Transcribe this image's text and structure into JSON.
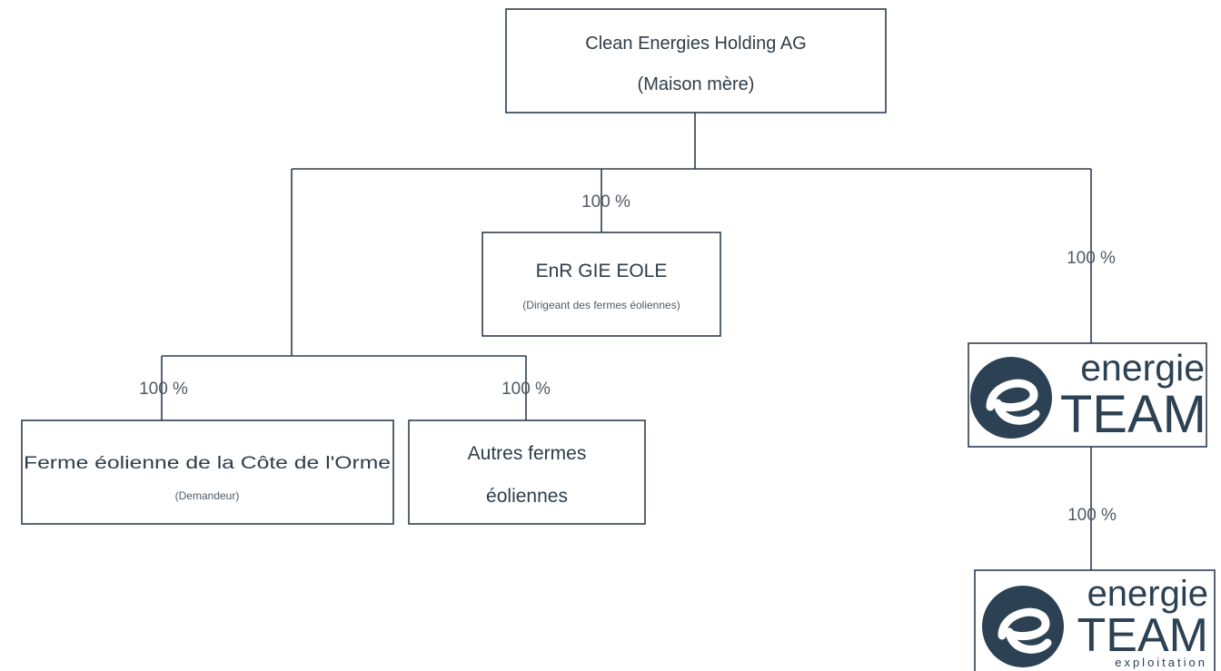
{
  "nodes": {
    "parent": {
      "name": "Clean Energies Holding AG",
      "role": "(Maison mère)"
    },
    "gie": {
      "name": "EnR GIE EOLE",
      "role": "(Dirigeant des fermes éoliennes)"
    },
    "farm": {
      "name": "Ferme éolienne de la Côte de l'Orme",
      "role": "(Demandeur)"
    },
    "other_farms": {
      "line1": "Autres fermes",
      "line2": "éoliennes"
    },
    "energieteam": {
      "logo_word_top": "energie",
      "logo_word_bottom": "TEAM",
      "logo_icon": "energieteam-logo-icon"
    },
    "energieteam_exploitation": {
      "logo_word_top": "energie",
      "logo_word_bottom": "TEAM",
      "logo_sub": "exploitation",
      "logo_icon": "energieteam-logo-icon"
    }
  },
  "edges": {
    "parent_to_gie": "100 %",
    "parent_to_energieteam": "100 %",
    "to_farm": "100 %",
    "to_other_farms": "100 %",
    "energieteam_to_exploitation": "100 %"
  },
  "colors": {
    "line": "#2c3e50",
    "text": "#2f3d48",
    "logo": "#2c4153"
  }
}
